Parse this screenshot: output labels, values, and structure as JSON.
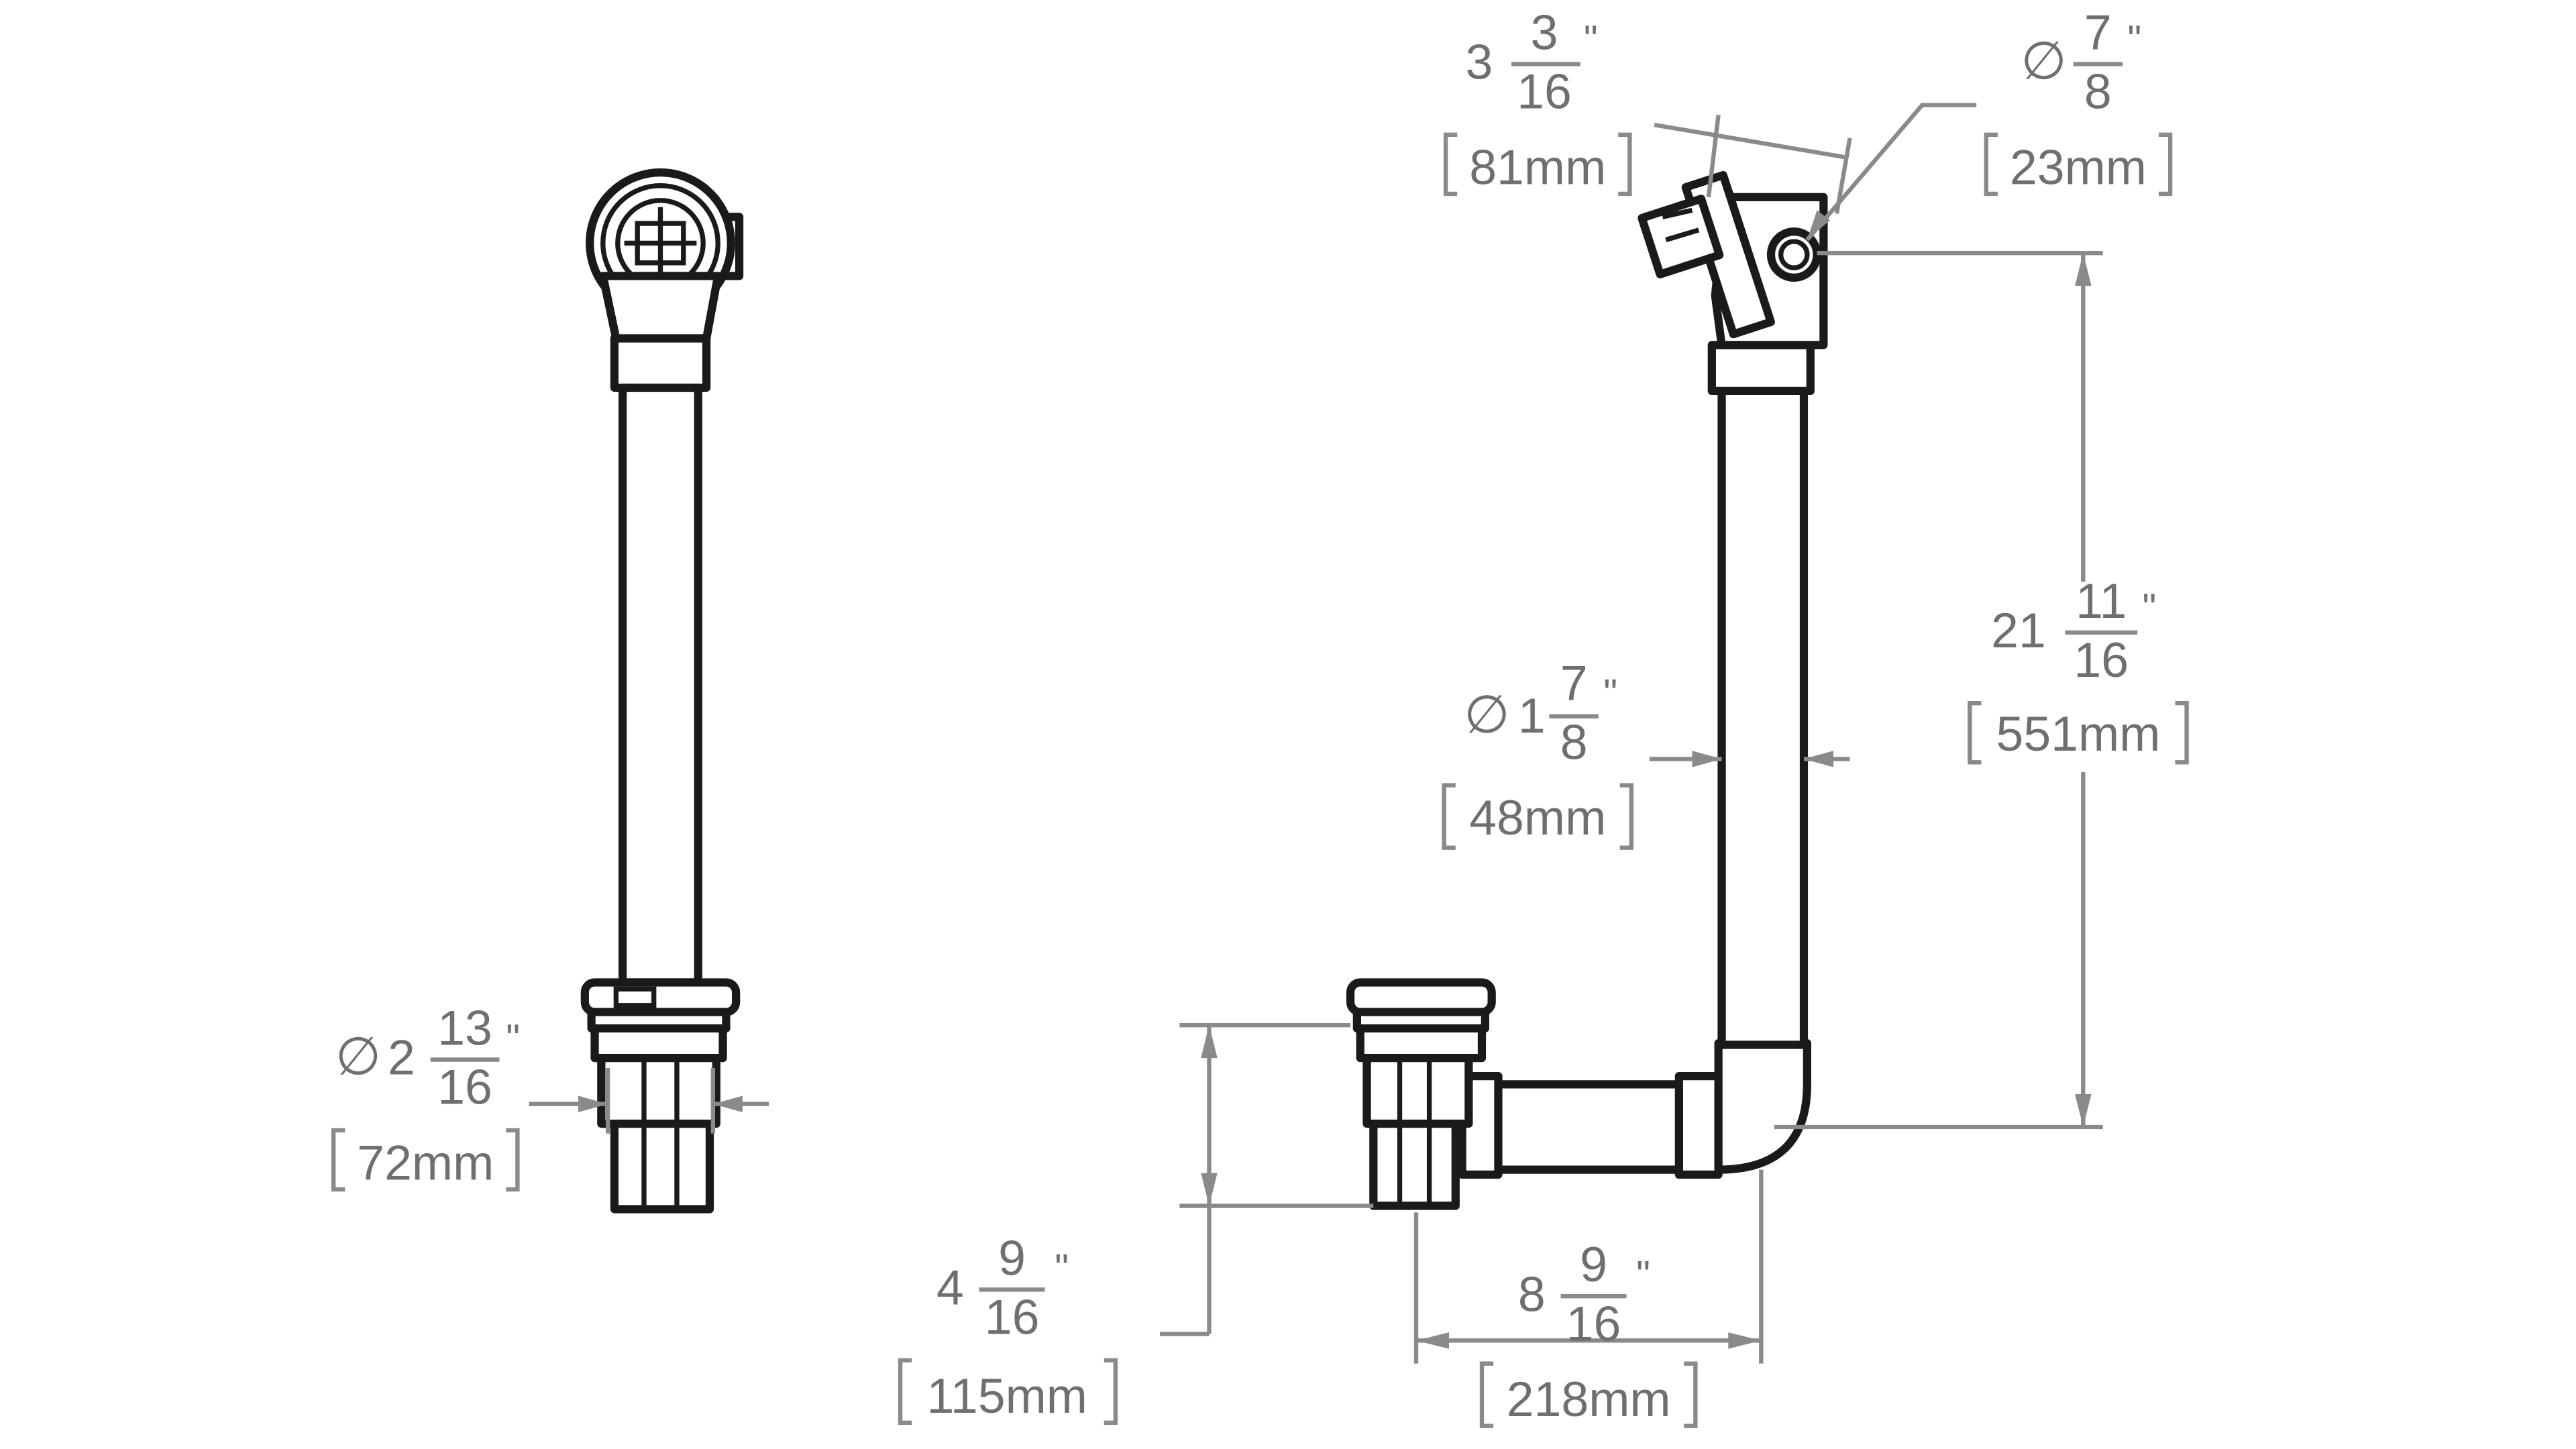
{
  "dimensions": {
    "overflow_elbow_depth": {
      "prefix": "",
      "whole": "3",
      "numerator": "3",
      "denominator": "16",
      "unit": "\"",
      "metric": "81mm"
    },
    "overflow_hole_dia": {
      "prefix": "∅",
      "whole": "",
      "numerator": "7",
      "denominator": "8",
      "unit": "\"",
      "metric": "23mm"
    },
    "overall_height": {
      "prefix": "",
      "whole": "21",
      "numerator": "11",
      "denominator": "16",
      "unit": "\"",
      "metric": "551mm"
    },
    "pipe_dia": {
      "prefix": "∅",
      "whole": "1",
      "numerator": "7",
      "denominator": "8",
      "unit": "\"",
      "metric": "48mm"
    },
    "drain_dia": {
      "prefix": "∅",
      "whole": "2",
      "numerator": "13",
      "denominator": "16",
      "unit": "\"",
      "metric": "72mm"
    },
    "drain_height": {
      "prefix": "",
      "whole": "4",
      "numerator": "9",
      "denominator": "16",
      "unit": "\"",
      "metric": "115mm"
    },
    "horizontal_run": {
      "prefix": "",
      "whole": "8",
      "numerator": "9",
      "denominator": "16",
      "unit": "\"",
      "metric": "218mm"
    }
  },
  "colors": {
    "line": "#1a1a1a",
    "dimension": "#8a8a8a",
    "text": "#6f6f6f"
  }
}
